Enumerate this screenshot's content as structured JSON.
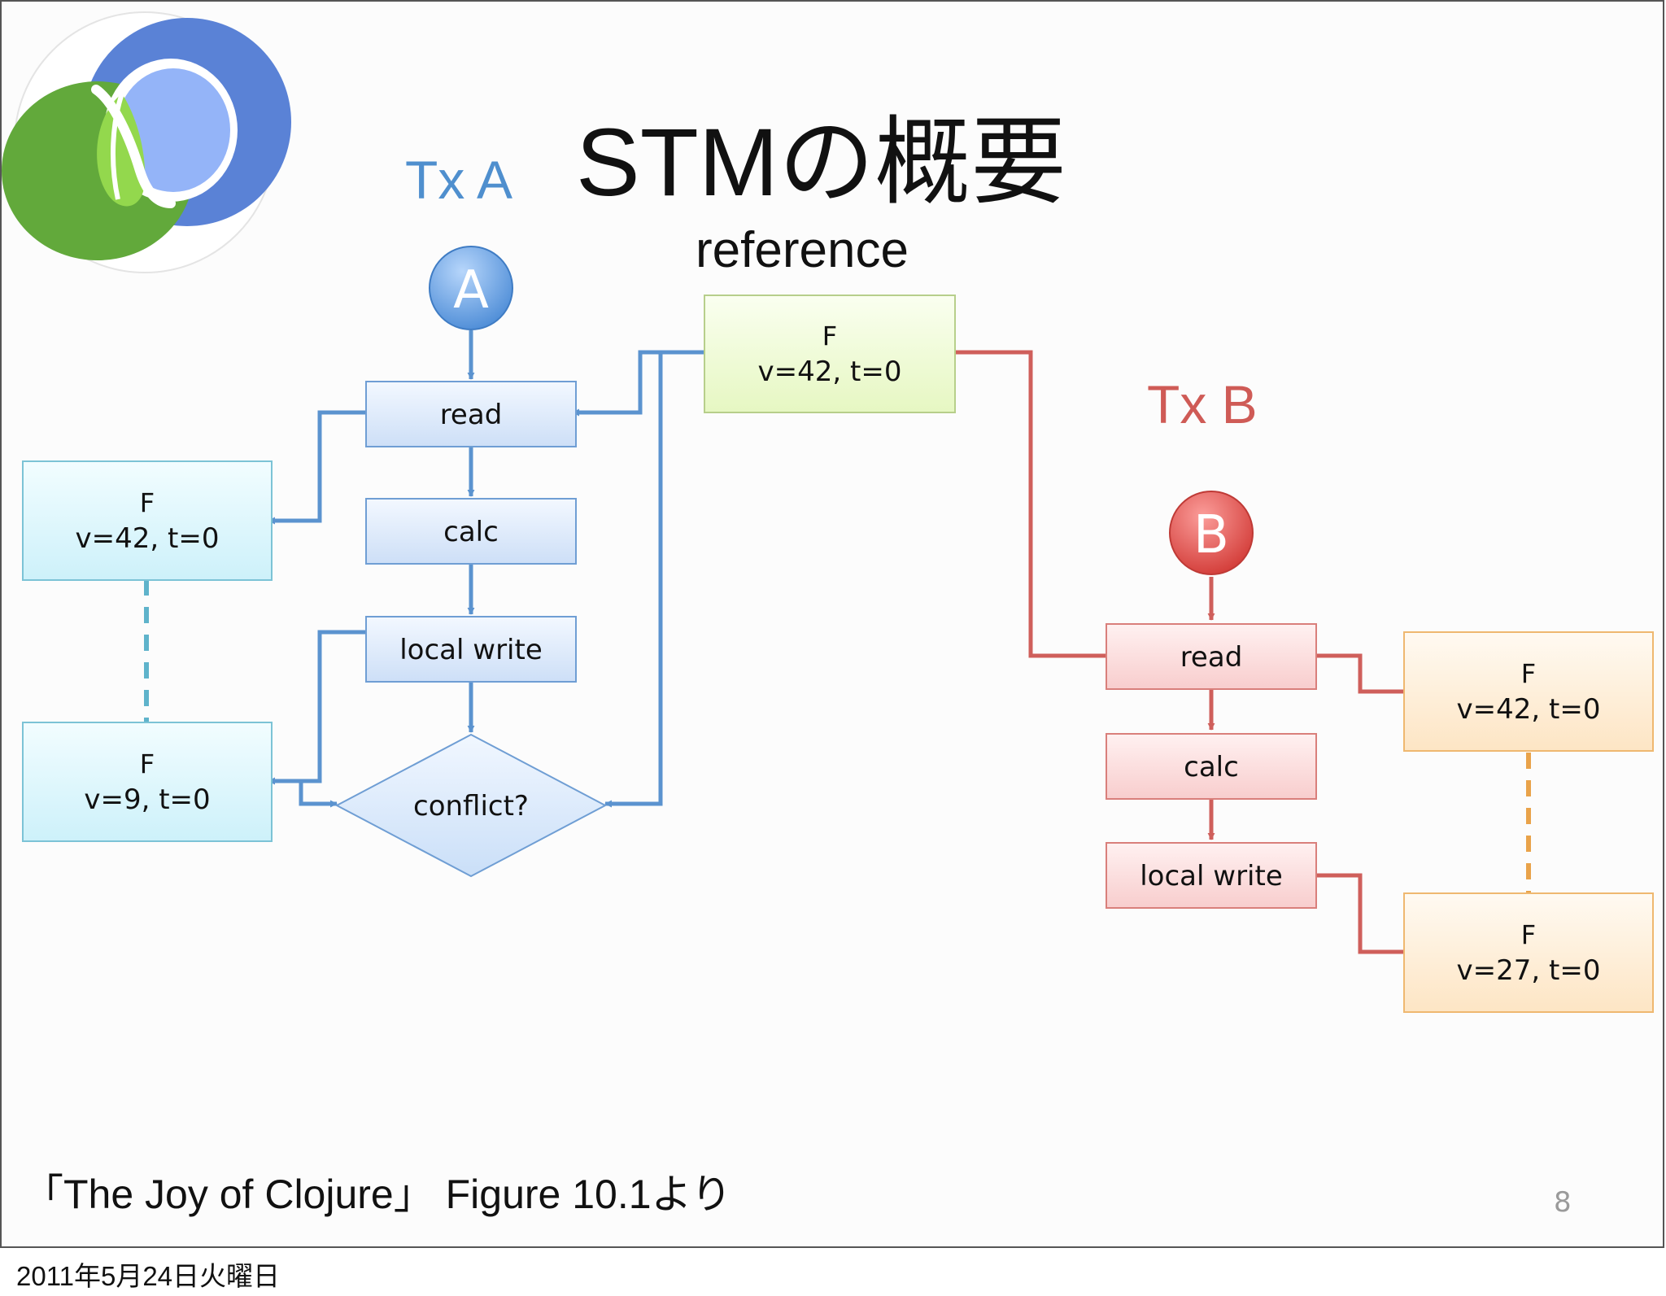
{
  "slide": {
    "title": "STMの概要",
    "caption": "「The Joy of Clojure」 Figure 10.1より",
    "page_number": "8",
    "footer_date": "2011年5月24日火曜日"
  },
  "logo": {
    "name": "clojure-logo",
    "colors": {
      "blue": "#5a82d6",
      "light_blue": "#94b4f8",
      "green": "#62a93b",
      "light_green": "#93d84d"
    }
  },
  "reference": {
    "label": "reference",
    "box": {
      "line1": "F",
      "line2": "v=42, t=0"
    }
  },
  "tx_a": {
    "label": "Tx A",
    "start": "A",
    "steps": {
      "read": "read",
      "calc": "calc",
      "local_write": "local write",
      "conflict": "conflict?"
    },
    "copies": [
      {
        "line1": "F",
        "line2": "v=42, t=0"
      },
      {
        "line1": "F",
        "line2": "v=9, t=0"
      }
    ]
  },
  "tx_b": {
    "label": "Tx B",
    "start": "B",
    "steps": {
      "read": "read",
      "calc": "calc",
      "local_write": "local write"
    },
    "copies": [
      {
        "line1": "F",
        "line2": "v=42, t=0"
      },
      {
        "line1": "F",
        "line2": "v=27, t=0"
      }
    ]
  },
  "colors": {
    "tx_a": "#5b93cf",
    "tx_b": "#cf5f5b",
    "tx_a_label": "#4f8fce",
    "tx_b_label": "#cf5b56",
    "dash_a": "#5fb3cb",
    "dash_b": "#e9a34a"
  }
}
